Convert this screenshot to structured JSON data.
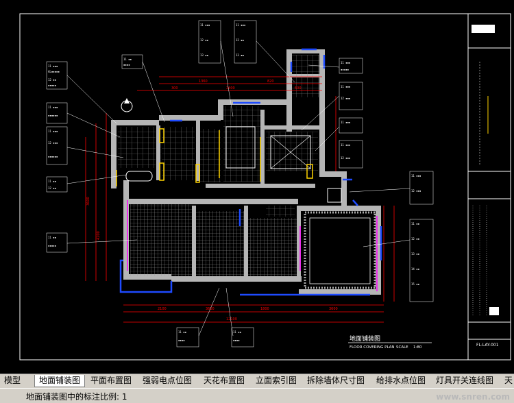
{
  "drawing": {
    "plan_title_cn": "地面铺装图",
    "plan_title_en": "FLOOR COVERING PLAN",
    "scale_label": "SCALE",
    "scale_value": "1:80",
    "sheet_number": "FL-LAY-001"
  },
  "tabs": [
    {
      "label": "模型"
    },
    {
      "label": "地面铺装图"
    },
    {
      "label": "平面布置图"
    },
    {
      "label": "强弱电点位图"
    },
    {
      "label": "天花布置图"
    },
    {
      "label": "立面索引图"
    },
    {
      "label": "拆除墙体尺寸图"
    },
    {
      "label": "给排水点位图"
    },
    {
      "label": "灯具开关连线图"
    },
    {
      "label": "天"
    }
  ],
  "status": {
    "text": "地面铺装图中的标注比例: 1"
  },
  "watermark": "www.snren.com",
  "colors": {
    "background": "#000000",
    "wall": "#c0c0c0",
    "dimension": "#ff0000",
    "annotation": "#ffffff",
    "window": "#1e4bff",
    "highlight": "#ffd400",
    "magenta": "#ff00ff"
  }
}
